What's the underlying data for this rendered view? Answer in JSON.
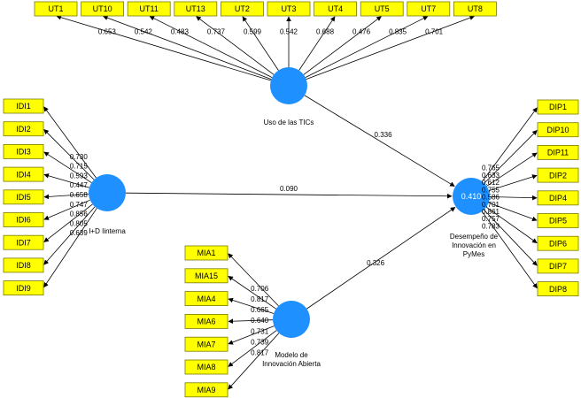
{
  "latents": [
    {
      "id": "ut",
      "label_lines": [
        "Uso de las TICs"
      ],
      "r2": ""
    },
    {
      "id": "idi",
      "label_lines": [
        "I+D Iinterna"
      ],
      "r2": ""
    },
    {
      "id": "mia",
      "label_lines": [
        "Modelo de",
        "Innovación Abierta"
      ],
      "r2": ""
    },
    {
      "id": "dip",
      "label_lines": [
        "Desempeño de",
        "Innovación en",
        "PyMes"
      ],
      "r2": "0.410"
    }
  ],
  "blocks": [
    {
      "latent": "ut",
      "indicators": [
        {
          "name": "UT1",
          "loading": "0.653"
        },
        {
          "name": "UT10",
          "loading": "0.542"
        },
        {
          "name": "UT11",
          "loading": "0.483"
        },
        {
          "name": "UT13",
          "loading": "0.737"
        },
        {
          "name": "UT2",
          "loading": "0.599"
        },
        {
          "name": "UT3",
          "loading": "0.542"
        },
        {
          "name": "UT4",
          "loading": "0.688"
        },
        {
          "name": "UT5",
          "loading": "0.476"
        },
        {
          "name": "UT7",
          "loading": "0.835"
        },
        {
          "name": "UT8",
          "loading": "0.701"
        }
      ]
    },
    {
      "latent": "idi",
      "indicators": [
        {
          "name": "IDI1",
          "loading": "0.730"
        },
        {
          "name": "IDI2",
          "loading": "0.715"
        },
        {
          "name": "IDI3",
          "loading": "0.593"
        },
        {
          "name": "IDI4",
          "loading": "0.447"
        },
        {
          "name": "IDI5",
          "loading": "0.658"
        },
        {
          "name": "IDI6",
          "loading": "0.747"
        },
        {
          "name": "IDI7",
          "loading": "0.856"
        },
        {
          "name": "IDI8",
          "loading": "0.805"
        },
        {
          "name": "IDI9",
          "loading": "0.639"
        }
      ]
    },
    {
      "latent": "mia",
      "indicators": [
        {
          "name": "MIA1",
          "loading": "0.706"
        },
        {
          "name": "MIA15",
          "loading": "0.817"
        },
        {
          "name": "MIA4",
          "loading": "0.665"
        },
        {
          "name": "MIA6",
          "loading": "0.640"
        },
        {
          "name": "MIA7",
          "loading": "0.731"
        },
        {
          "name": "MIA8",
          "loading": "0.739"
        },
        {
          "name": "MIA9",
          "loading": "0.817"
        }
      ]
    },
    {
      "latent": "dip",
      "indicators": [
        {
          "name": "DIP1",
          "loading": "0.765"
        },
        {
          "name": "DIP10",
          "loading": "0.633"
        },
        {
          "name": "DIP11",
          "loading": "0.612"
        },
        {
          "name": "DIP2",
          "loading": "0.755"
        },
        {
          "name": "DIP4",
          "loading": "0.586"
        },
        {
          "name": "DIP5",
          "loading": "0.701"
        },
        {
          "name": "DIP6",
          "loading": "0.861"
        },
        {
          "name": "DIP7",
          "loading": "0.757"
        },
        {
          "name": "DIP8",
          "loading": "0.783"
        }
      ]
    }
  ],
  "paths": [
    {
      "from": "ut",
      "to": "dip",
      "coef": "0.336"
    },
    {
      "from": "idi",
      "to": "dip",
      "coef": "0.090"
    },
    {
      "from": "mia",
      "to": "dip",
      "coef": "0.326"
    }
  ],
  "colors": {
    "latent": "#1e90ff",
    "indicator": "#ffff00",
    "line": "#000000"
  }
}
